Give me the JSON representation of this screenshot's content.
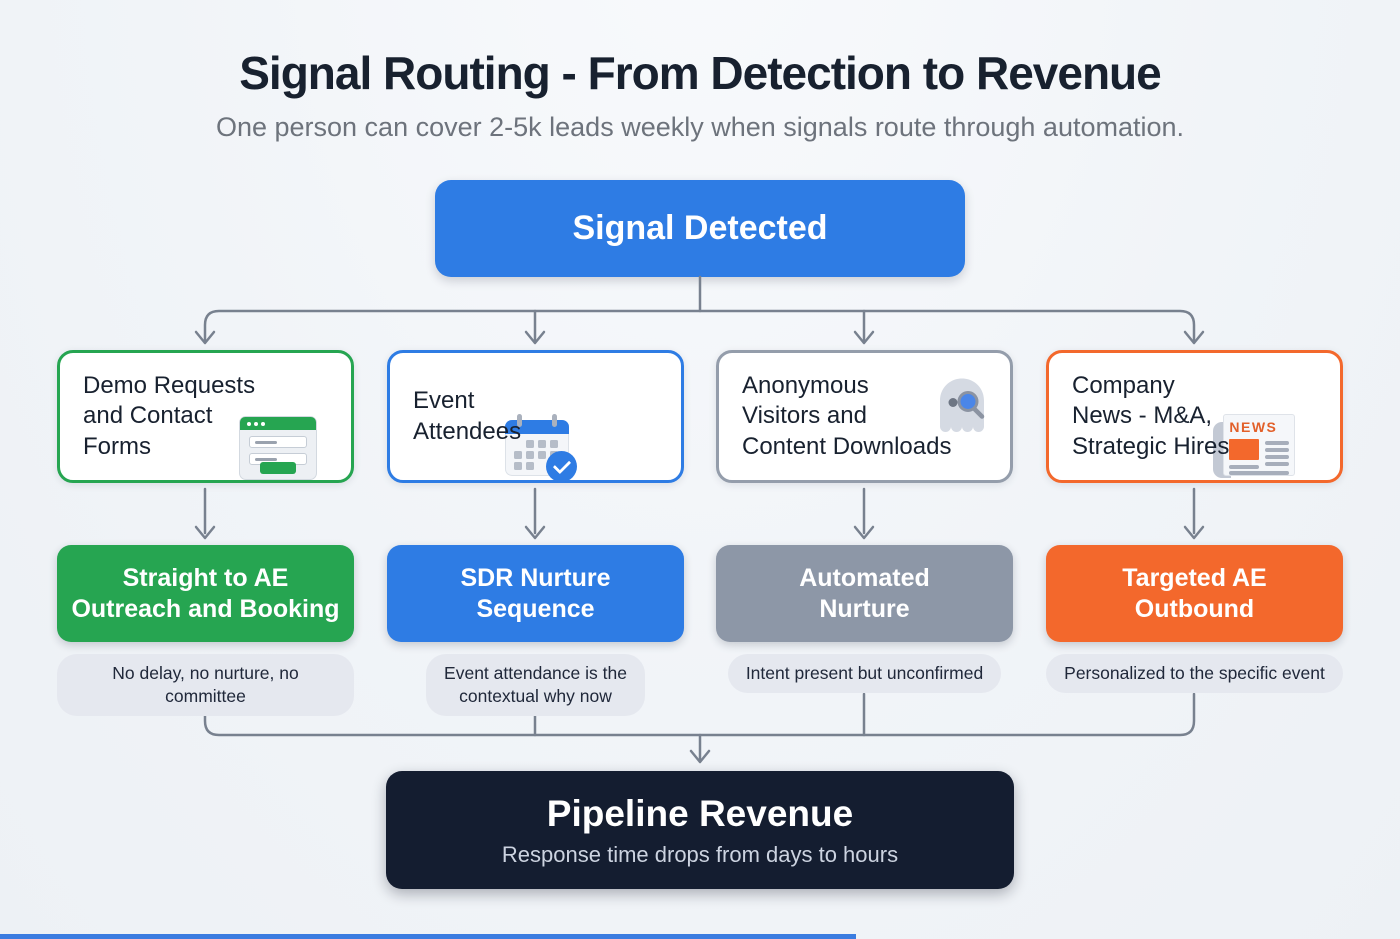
{
  "page": {
    "title": "Signal Routing - From Detection to Revenue",
    "subtitle": "One person can cover 2-5k leads weekly when signals route through automation."
  },
  "root_node": {
    "label": "Signal Detected"
  },
  "branches": [
    {
      "source": "Demo Requests\nand Contact\nForms",
      "icon": "form-window-icon",
      "action": "Straight to AE\nOutreach and Booking",
      "note": "No delay, no nurture, no committee",
      "color": "#26a551"
    },
    {
      "source": "Event\nAttendees",
      "icon": "calendar-check-icon",
      "action": "SDR Nurture\nSequence",
      "note": "Event attendance is the\ncontextual why now",
      "color": "#2e7ce4"
    },
    {
      "source": "Anonymous\nVisitors and\nContent Downloads",
      "icon": "ghost-search-icon",
      "action": "Automated\nNurture",
      "note": "Intent present but unconfirmed",
      "color": "#8d97a7"
    },
    {
      "source": "Company\nNews - M&A,\nStrategic Hires",
      "icon": "newspaper-icon",
      "action": "Targeted AE\nOutbound",
      "note": "Personalized to the specific event",
      "color": "#f3682c"
    }
  ],
  "outcome": {
    "title": "Pipeline Revenue",
    "subtitle": "Response time drops from days to hours"
  },
  "icon_text": {
    "news_label": "NEWS"
  },
  "colors": {
    "blue": "#2E7CE4",
    "green": "#26A551",
    "gray": "#8D97A7",
    "orange": "#F3682C",
    "navy": "#141D30",
    "pill_bg": "#E5E8EF",
    "arrow": "#78818F",
    "background": "#F1F4F8"
  }
}
